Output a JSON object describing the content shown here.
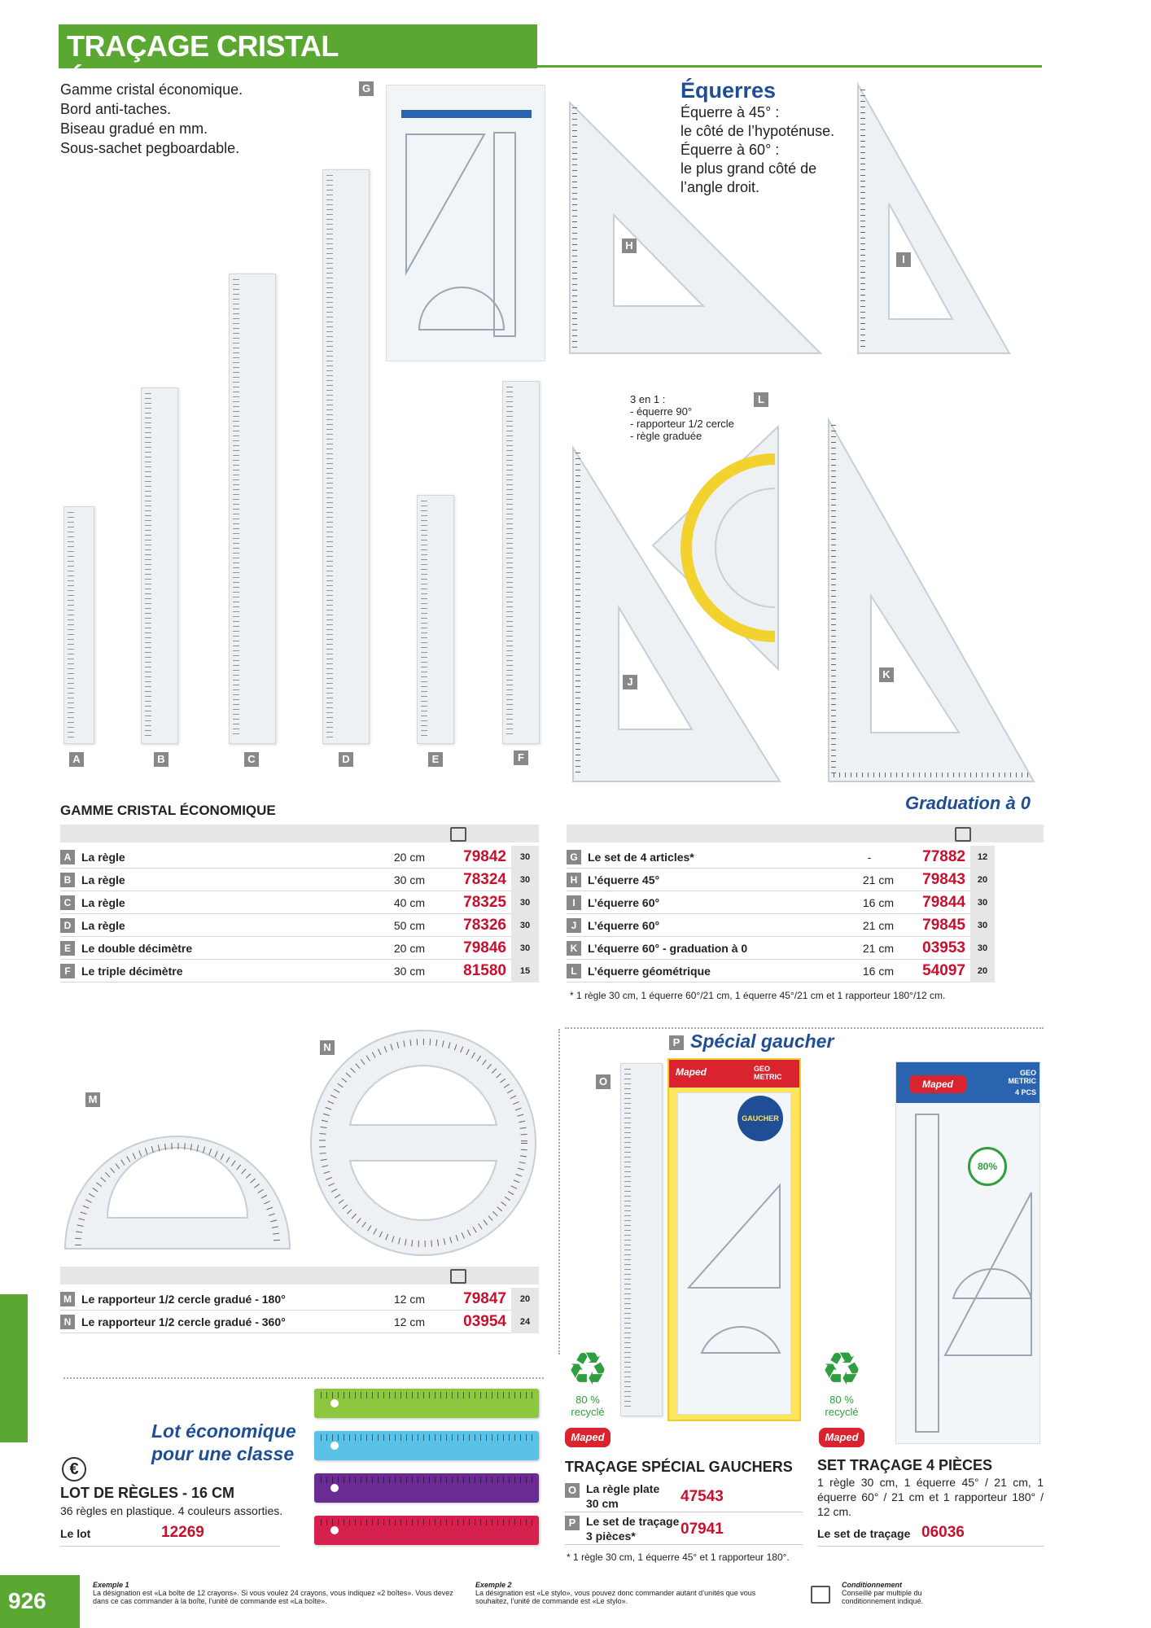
{
  "header": {
    "title": "TRAÇAGE CRISTAL ÉCONOMIQUE"
  },
  "intro": [
    "Gamme cristal économique.",
    "Bord anti-taches.",
    "Biseau gradué en mm.",
    "Sous-sachet pegboardable."
  ],
  "equerres": {
    "title": "Équerres",
    "lines": [
      "Équerre à 45° :",
      "le côté de l’hypoténuse.",
      "Équerre à 60° :",
      "le plus grand côté de",
      "l’angle droit."
    ]
  },
  "three_in_one": [
    "3 en 1 :",
    "- équerre 90°",
    "- rapporteur 1/2 cercle",
    "- règle graduée"
  ],
  "image_labels": {
    "A": "A",
    "B": "B",
    "C": "C",
    "D": "D",
    "E": "E",
    "F": "F",
    "G": "G",
    "H": "H",
    "I": "I",
    "J": "J",
    "K": "K",
    "L": "L",
    "M": "M",
    "N": "N",
    "O": "O",
    "P": "P"
  },
  "left_table": {
    "heading": "GAMME CRISTAL ÉCONOMIQUE",
    "rows": [
      {
        "letter": "A",
        "desc": "La règle",
        "size": "20 cm",
        "code": "79842",
        "qty": "30"
      },
      {
        "letter": "B",
        "desc": "La règle",
        "size": "30 cm",
        "code": "78324",
        "qty": "30"
      },
      {
        "letter": "C",
        "desc": "La règle",
        "size": "40 cm",
        "code": "78325",
        "qty": "30"
      },
      {
        "letter": "D",
        "desc": "La règle",
        "size": "50 cm",
        "code": "78326",
        "qty": "30"
      },
      {
        "letter": "E",
        "desc": "Le double décimètre",
        "size": "20 cm",
        "code": "79846",
        "qty": "30"
      },
      {
        "letter": "F",
        "desc": "Le triple décimètre",
        "size": "30 cm",
        "code": "81580",
        "qty": "15"
      }
    ]
  },
  "right_table": {
    "heading": "Graduation à 0",
    "rows": [
      {
        "letter": "G",
        "desc": "Le set de 4 articles*",
        "size": "-",
        "code": "77882",
        "qty": "12"
      },
      {
        "letter": "H",
        "desc": "L’équerre 45°",
        "size": "21 cm",
        "code": "79843",
        "qty": "20"
      },
      {
        "letter": "I",
        "desc": "L’équerre 60°",
        "size": "16 cm",
        "code": "79844",
        "qty": "30"
      },
      {
        "letter": "J",
        "desc": "L’équerre 60°",
        "size": "21 cm",
        "code": "79845",
        "qty": "30"
      },
      {
        "letter": "K",
        "desc": "L’équerre 60° - graduation à 0",
        "size": "21 cm",
        "code": "03953",
        "qty": "30"
      },
      {
        "letter": "L",
        "desc": "L’équerre géométrique",
        "size": "16 cm",
        "code": "54097",
        "qty": "20"
      }
    ],
    "footnote": "* 1 règle 30 cm, 1 équerre 60°/21 cm, 1 équerre 45°/21 cm et 1 rapporteur 180°/12 cm."
  },
  "protractor_table": {
    "rows": [
      {
        "letter": "M",
        "desc": "Le rapporteur 1/2 cercle gradué - 180°",
        "size": "12 cm",
        "code": "79847",
        "qty": "20"
      },
      {
        "letter": "N",
        "desc": "Le rapporteur 1/2 cercle gradué - 360°",
        "size": "12 cm",
        "code": "03954",
        "qty": "24"
      }
    ]
  },
  "lot": {
    "tagline_1": "Lot économique",
    "tagline_2": "pour une classe",
    "euro": "€",
    "title": "LOT DE RÈGLES - 16 CM",
    "desc": "36 règles en plastique. 4 couleurs assorties.",
    "unit": "Le lot",
    "code": "12269",
    "ruler_colors": [
      "#8dc63f",
      "#5bc2e7",
      "#6b2c91",
      "#d6204e"
    ]
  },
  "gaucher": {
    "banner": "Spécial gaucher",
    "recycle_text_1": "80 %",
    "recycle_text_2": "recyclé",
    "brand": "Maped",
    "title": "TRAÇAGE SPÉCIAL GAUCHERS",
    "rows": [
      {
        "letter": "O",
        "desc_1": "La règle plate",
        "desc_2": "30 cm",
        "code": "47543"
      },
      {
        "letter": "P",
        "desc_1": "Le set de traçage",
        "desc_2": "3 pièces*",
        "code": "07941"
      }
    ],
    "footnote": "* 1 règle 30 cm, 1 équerre 45° et 1 rapporteur 180°.",
    "pack_brand": "Maped",
    "pack_label": "GEO METRIC",
    "pack_badge": "GAUCHER"
  },
  "set4": {
    "recycle_text_1": "80 %",
    "recycle_text_2": "recyclé",
    "brand": "Maped",
    "title": "SET TRAÇAGE 4 PIÈCES",
    "desc": "1 règle 30 cm, 1 équerre 45° / 21 cm, 1 équerre 60° / 21 cm et 1 rapporteur 180° / 12 cm.",
    "unit": "Le set de traçage",
    "code": "06036",
    "pack_brand": "Maped",
    "pack_label": "GEO METRIC",
    "pack_sub": "4 PCS",
    "pack_badge": "80%"
  },
  "footer": {
    "page": "926",
    "ex1_title": "Exemple 1",
    "ex1_text": "La désignation est «La boîte de 12 crayons». Si vous voulez 24 crayons, vous indiquez «2 boîtes». Vous devez dans ce cas commander à la boîte, l’unité de commande est «La boîte».",
    "ex2_title": "Exemple 2",
    "ex2_text": "La désignation est «Le stylo», vous pouvez donc commander autant d’unités que vous souhaitez, l’unité de commande est «Le stylo».",
    "cond_title": "Conditionnement",
    "cond_text": "Conseillé par multiple du conditionnement indiqué."
  },
  "colors": {
    "green": "#5aa832",
    "red_code": "#c8102e",
    "blue_heading": "#1f4e96",
    "label_gray": "#888888"
  }
}
